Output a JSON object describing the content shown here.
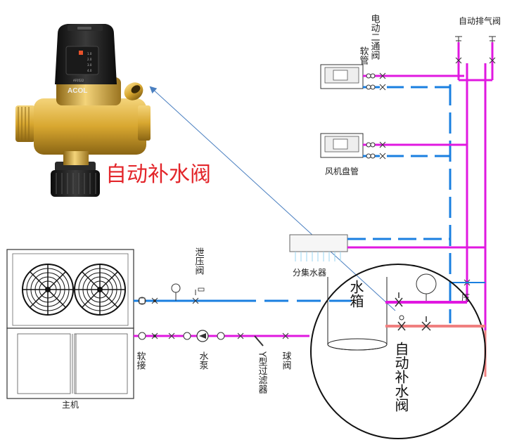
{
  "labels": {
    "product_title": "自动补水阀",
    "brand": "ACOL",
    "model": "AF0522",
    "dial_marks": [
      "1.0",
      "2.0",
      "3.0",
      "4.0"
    ],
    "main_unit": "主机",
    "soft_joint": "软接",
    "water_pump": "水泵",
    "y_filter": "Y型过滤器",
    "ball_valve": "球阀",
    "relief_valve": "泄压阀",
    "manifold": "分集水器",
    "water_tank": "水箱",
    "auto_fill_valve_callout": "自动补水阀",
    "fan_coil": "风机盘管",
    "electric_two_way_valve": "电动二通阀",
    "hose": "软管",
    "auto_air_vent": "自动排气阀",
    "pressure_mark": "压"
  },
  "colors": {
    "supply_pipe": "#e018e0",
    "return_pipe": "#1a7fe0",
    "makeup_pipe": "#f08080",
    "callout_text": "#e3262b",
    "pointer_arrow": "#4a7fc0",
    "valve_body": "#d8a730",
    "knob": "#1e1e1e"
  }
}
